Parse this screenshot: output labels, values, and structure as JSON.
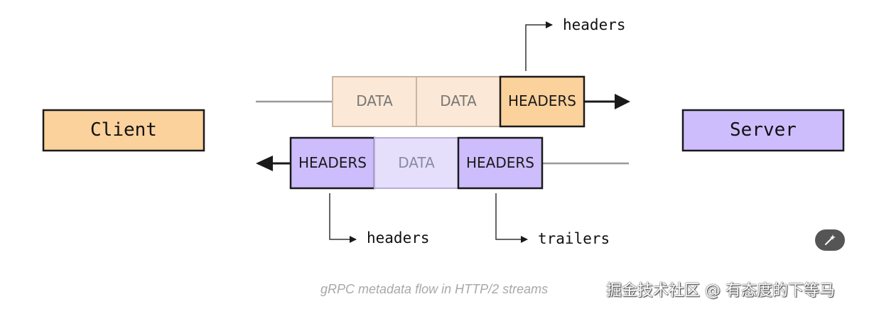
{
  "client": {
    "label": "Client",
    "fill": "#fbd19c"
  },
  "server": {
    "label": "Server",
    "fill": "#cdbdfc"
  },
  "request_stream": {
    "frames": [
      {
        "label": "DATA",
        "style": "pale-orange"
      },
      {
        "label": "DATA",
        "style": "pale-orange"
      },
      {
        "label": "HEADERS",
        "style": "orange"
      }
    ],
    "annotation": "headers"
  },
  "response_stream": {
    "frames": [
      {
        "label": "HEADERS",
        "style": "purple"
      },
      {
        "label": "DATA",
        "style": "pale-purple"
      },
      {
        "label": "HEADERS",
        "style": "purple"
      }
    ],
    "annotations": [
      "headers",
      "trailers"
    ]
  },
  "caption": "gRPC metadata flow in HTTP/2 streams",
  "watermark": "掘金技术社区 @ 有态度的下等马",
  "colors": {
    "orange": "#fbd19c",
    "pale_orange": "#fbe8d6",
    "purple": "#cdbdfc",
    "pale_purple": "#e5dffc",
    "line": "#999999",
    "stroke": "#1a1a1a"
  },
  "icons": {
    "magic_button": "magic-wand-icon"
  }
}
